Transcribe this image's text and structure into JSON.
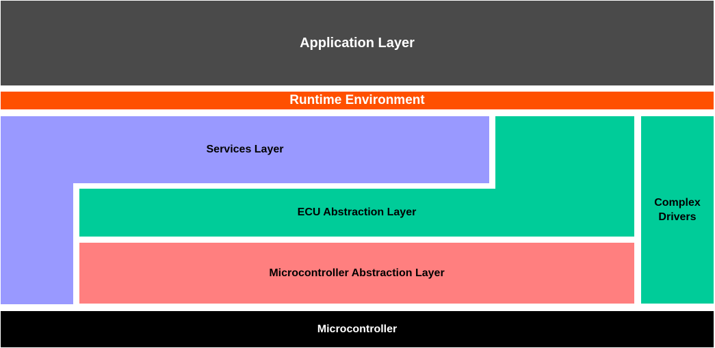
{
  "layers": {
    "application": "Application Layer",
    "runtime": "Runtime Environment",
    "services": "Services Layer",
    "ecu_abstraction": "ECU Abstraction Layer",
    "microcontroller_abstraction": "Microcontroller Abstraction Layer",
    "complex_drivers_line1": "Complex",
    "complex_drivers_line2": "Drivers",
    "microcontroller": "Microcontroller"
  },
  "colors": {
    "application": "#4a4a4a",
    "runtime": "#ff5000",
    "services": "#9999ff",
    "ecu_abstraction": "#00cc99",
    "microcontroller_abstraction": "#ff7f7f",
    "complex_drivers": "#00cc99",
    "microcontroller": "#000000"
  }
}
